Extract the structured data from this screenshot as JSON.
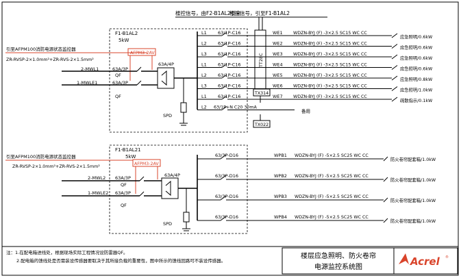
{
  "top_labels": {
    "left": "楼控信号，由F2-B1AL2引来",
    "right": "楼控信号，引至F1-B1AL2"
  },
  "panel1": {
    "name": "F1-B1AL2",
    "power": "5kW",
    "monitor_note": "引至AFPM100消防电源状态监控器",
    "monitor_cable": "ZR-RVSP-2×1.0mm²+ZR-RVS-2×1.5mm²",
    "monitor_module": "AFPM3-2AV",
    "in1": "2-MWL1",
    "in2": "1-MWLE1",
    "breaker1": "63A/3P",
    "breaker2": "63A/3P",
    "qf1": "QF",
    "qf2": "QF",
    "ats": "63A/4P",
    "spd": "SPD",
    "ttc": "TT28C",
    "tx1": "TX314",
    "tx2": "TX022",
    "circuits": [
      {
        "phase": "L1",
        "breaker": "63/1P-C16",
        "id": "WE1",
        "cable": "WDZN-BYJ (F) -3×2.5 SC15 WC CC",
        "load": "应急照明/0.6kW"
      },
      {
        "phase": "L2",
        "breaker": "63/1P-C16",
        "id": "WE2",
        "cable": "WDZN-BYJ (F) -3×2.5 SC15 WC CC",
        "load": "应急照明/0.6kW"
      },
      {
        "phase": "L3",
        "breaker": "63/1P-C16",
        "id": "WE3",
        "cable": "WDZN-BYJ (F) -3×2.5 SC15 WC CC",
        "load": "应急照明/0.6kW"
      },
      {
        "phase": "L1",
        "breaker": "63/1P-C16",
        "id": "WE4",
        "cable": "WDZN-BYJ (F) -3×2.5 SC15 WC CC",
        "load": "应急照明/0.6kW"
      },
      {
        "phase": "L2",
        "breaker": "63/1P-C16",
        "id": "WE5",
        "cable": "WDZN-BYJ (F) -3×2.5 SC15 WC CC",
        "load": "应急照明/0.8kW"
      },
      {
        "phase": "L3",
        "breaker": "63/1P-C16",
        "id": "WE6",
        "cable": "WDZN-BYJ (F) -3×2.5 SC15 WC CC",
        "load": "应急照明/1.0kW"
      },
      {
        "phase": "L1",
        "breaker": "63/1P-C16",
        "id": "WE7",
        "cable": "WDZN-BYJ (F) -3×2.5 SC15 WC CC",
        "load": "疏散指示/0.1kW"
      }
    ],
    "spare": {
      "phase": "L2",
      "breaker": "63/1P+N C20 30mA",
      "load": "备用"
    }
  },
  "panel2": {
    "name": "F1-B1AL21",
    "power": "5kW",
    "monitor_note": "引至AFPM100消防电源状态监控器",
    "monitor_cable": "ZR-RVSP-2×1.0mm²+ZR-RVS-2×1.5mm²",
    "monitor_module": "AFPM3-2AV",
    "in1": "2-MWL2",
    "in2": "1-MWLE2",
    "breaker1": "63A/3P",
    "breaker2": "63A/3P",
    "qf1": "QF",
    "qf2": "QF",
    "ats": "63A/4P",
    "spd": "SPD",
    "circuits": [
      {
        "breaker": "63/3P-D16",
        "id": "WPB1",
        "cable": "WDZN-BYJ (F) -5×2.5 SC25 WC CC",
        "load": "防火卷帘配套箱/1.0kW"
      },
      {
        "breaker": "63/3P-D16",
        "id": "WPB2",
        "cable": "WDZN-BYJ (F) -5×2.5 SC25 WC CC",
        "load": "防火卷帘配套箱/1.0kW"
      },
      {
        "breaker": "63/3P-D16",
        "id": "WPB3",
        "cable": "WDZN-BYJ (F) -5×2.5 SC25 WC CC",
        "load": "防火卷帘配套箱/1.0kW"
      },
      {
        "breaker": "63/3P-D16",
        "id": "WPB4",
        "cable": "WDZN-BYJ (F) -5×2.5 SC25 WC CC",
        "load": "防火卷帘配套箱/1.0kW"
      }
    ]
  },
  "notes": {
    "line1": "注：1.在配电箱进线处，根据现场实际工程情况设防雷器QF。",
    "line2": "2.配电箱的馈线处是否需装设传感器要取决于其所接负载的重要性，图中所示的馈线回路可不装设传感器。"
  },
  "title_block": {
    "title_line1": "楼层应急照明、防火卷帘",
    "title_line2": "电源监控系统图",
    "logo": "Acrel"
  },
  "colors": {
    "accent": "#d9442b",
    "line": "#000000"
  }
}
